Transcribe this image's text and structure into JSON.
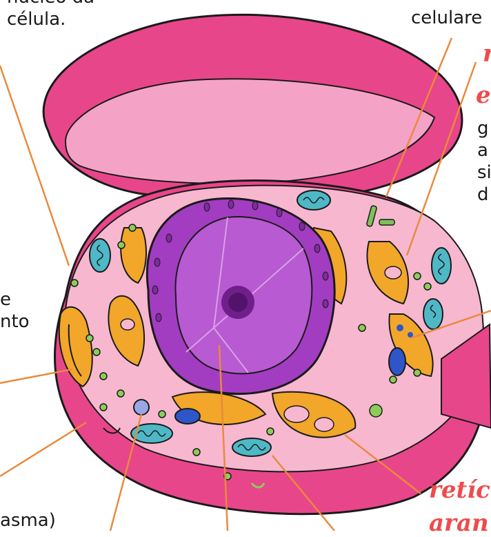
{
  "labels": {
    "top_left_line1": "núcleo da",
    "top_left_line2": "célula.",
    "top_right": "celulare",
    "right_red_1": "r",
    "right_red_2": "e",
    "right_text_1": "g",
    "right_text_2": "a",
    "right_text_3": "si",
    "right_text_4": "d",
    "left_mid_1": "e",
    "left_mid_2": "nto",
    "bottom_left": "asma)",
    "bottom_right_red_1": "retícu",
    "bottom_right_red_2": "aran"
  },
  "colors": {
    "membrane": "#e8468a",
    "membrane_light": "#f4a3c6",
    "cytoplasm": "#f7b7cf",
    "nucleus": "#a23dc2",
    "golgi": "#f2a72a",
    "mitochondria": "#4fb8c7",
    "leader_line": "#e98a3c",
    "accent_red": "#ef4b4b"
  }
}
